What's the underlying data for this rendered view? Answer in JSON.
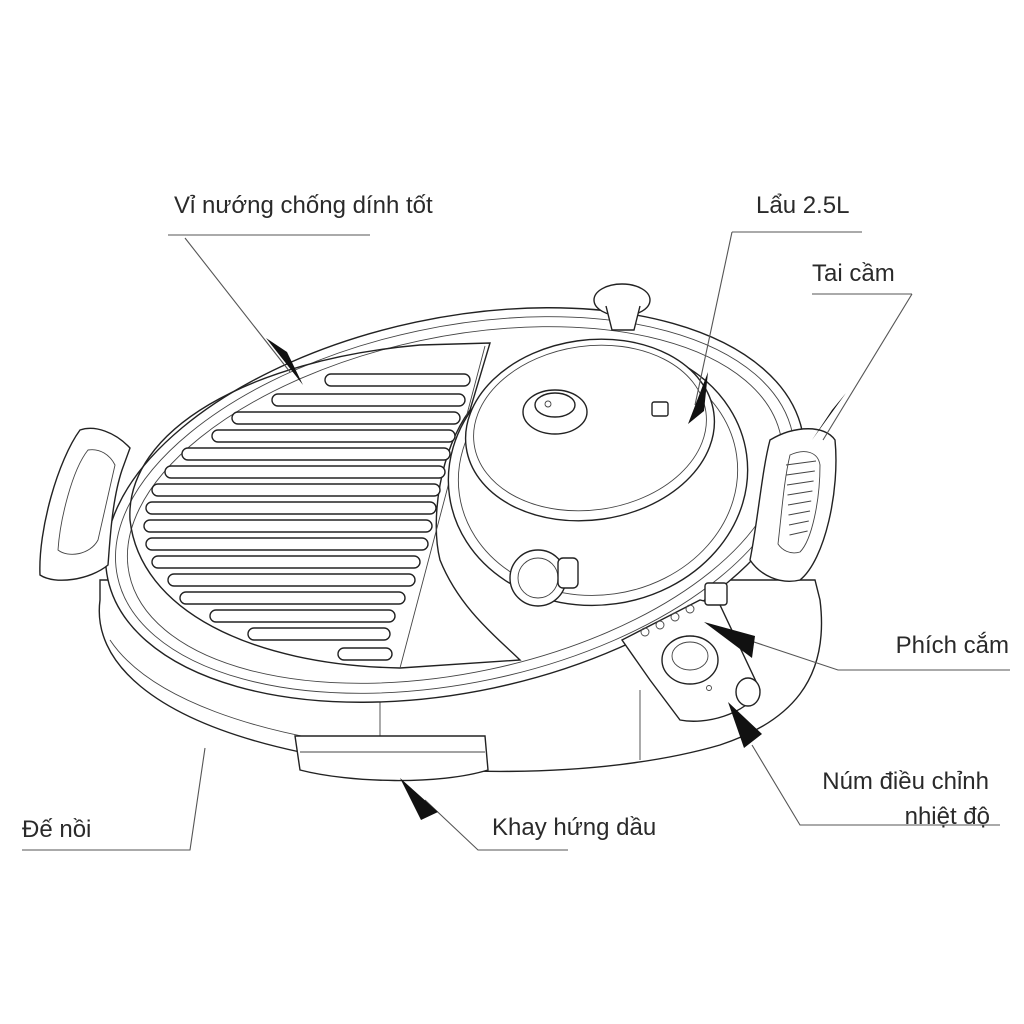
{
  "labels": {
    "grill": "Vỉ nướng chống dính tốt",
    "pot": "Lẩu  2.5L",
    "handle": "Tai cầm",
    "plug": "Phích cắm",
    "knob_line1": "Núm điều chỉnh",
    "knob_line2": "nhiệt độ",
    "base": "Đế nồi",
    "tray": "Khay hứng dầu"
  },
  "colors": {
    "line": "#222222",
    "text": "#2a2a2a",
    "background": "#ffffff"
  }
}
